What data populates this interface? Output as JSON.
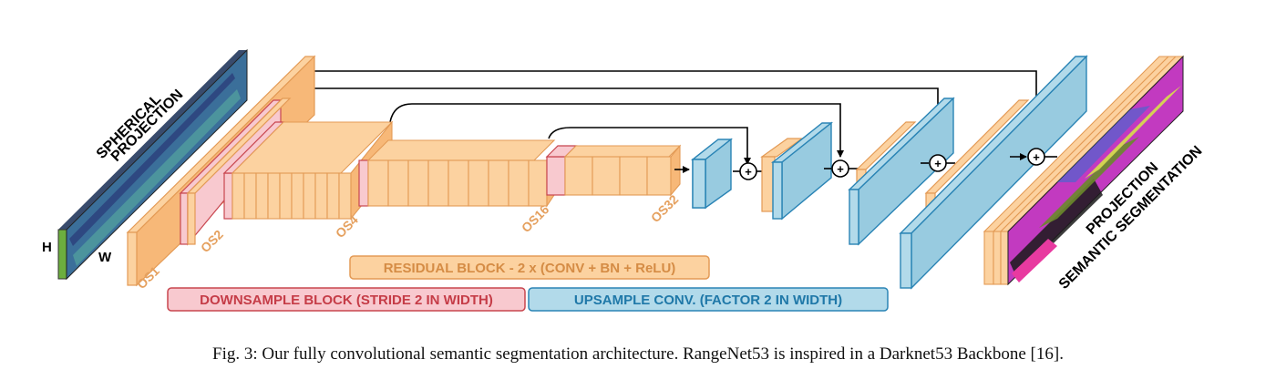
{
  "colors": {
    "residual_face": "#fcd2a0",
    "residual_side": "#f7b878",
    "residual_stroke": "#e39a55",
    "downsample_face": "#f8c9cf",
    "downsample_stroke": "#c8464f",
    "upsample_face": "#b2daea",
    "upsample_side": "#98cbe0",
    "upsample_stroke": "#2a84b5",
    "os_label": "#e5a05e",
    "residual_label": "#d58c45",
    "downsample_label": "#c53c47",
    "upsample_label": "#1f78a8"
  },
  "input": {
    "title_line1": "SPHERICAL",
    "title_line2": "PROJECTION",
    "h_label": "H",
    "w_label": "W"
  },
  "output": {
    "title_line1": "PROJECTION",
    "title_line2": "SEMANTIC SEGMENTATION"
  },
  "stages": [
    {
      "label": "OS1"
    },
    {
      "label": "OS2"
    },
    {
      "label": "OS4"
    },
    {
      "label": "OS16"
    },
    {
      "label": "OS32"
    }
  ],
  "skip_symbol": "+",
  "legend": {
    "residual": "RESIDUAL BLOCK - 2 x (CONV + BN + ReLU)",
    "downsample": "DOWNSAMPLE BLOCK (STRIDE 2 IN WIDTH)",
    "upsample": "UPSAMPLE CONV. (FACTOR 2 IN WIDTH)"
  },
  "caption": "Fig. 3: Our fully convolutional semantic segmentation architecture. RangeNet53 is inspired in a Darknet53 Backbone [16]."
}
